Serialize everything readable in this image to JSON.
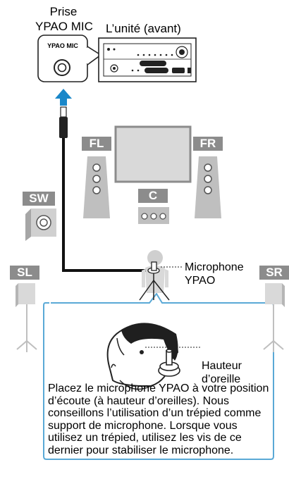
{
  "labels": {
    "jack_line1": "Prise",
    "jack_line2": "YPAO MIC",
    "unit": "L’unité (avant)",
    "jack_panel": "YPAO MIC",
    "mic_line1": "Microphone",
    "mic_line2": "YPAO",
    "ear_line1": "Hauteur",
    "ear_line2": "d’oreille"
  },
  "speakers": {
    "fl": "FL",
    "fr": "FR",
    "c": "C",
    "sw": "SW",
    "sl": "SL",
    "sr": "SR"
  },
  "note": "Placez le microphone YPAO à votre position d’écoute (à hauteur d’oreilles). Nous conseillons l’utilisation d’un trépied comme support de microphone. Lorsque vous utilisez un trépied, utilisez les vis de ce dernier pour stabiliser le microphone.",
  "colors": {
    "accent_blue": "#1a87c9",
    "speaker_gray": "#8c8c8c",
    "callout_border": "#5aa9d6"
  }
}
